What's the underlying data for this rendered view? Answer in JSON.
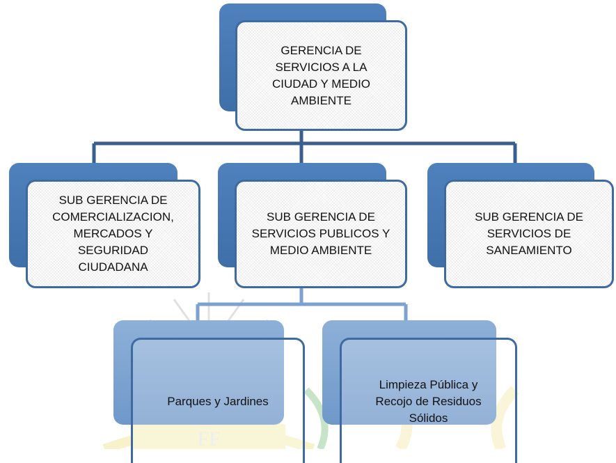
{
  "diagram": {
    "root": {
      "label": "GERENCIA DE\nSERVICIOS A LA\nCIUDAD Y MEDIO\nAMBIENTE"
    },
    "level2": [
      {
        "label": "SUB GERENCIA DE\nCOMERCIALIZACION,\nMERCADOS Y\nSEGURIDAD\nCIUDADANA"
      },
      {
        "label": "SUB GERENCIA DE\nSERVICIOS PUBLICOS Y\nMEDIO AMBIENTE"
      },
      {
        "label": "SUB GERENCIA DE\nSERVICIOS DE\nSANEAMIENTO"
      }
    ],
    "level3": [
      {
        "label": "Parques y Jardines"
      },
      {
        "label": "Limpieza Pública y\nRecojo de Residuos\nSólidos"
      }
    ]
  },
  "colors": {
    "box_back": "#4f81bd",
    "box_back_light": "#8db0d8",
    "box_border": "#3f6aa0",
    "connector": "#3a5f8f",
    "watermark_yellow": "#f2e8a0",
    "watermark_green": "#9ccf9c"
  },
  "watermark": {
    "icon": "sunburst-emblem"
  }
}
